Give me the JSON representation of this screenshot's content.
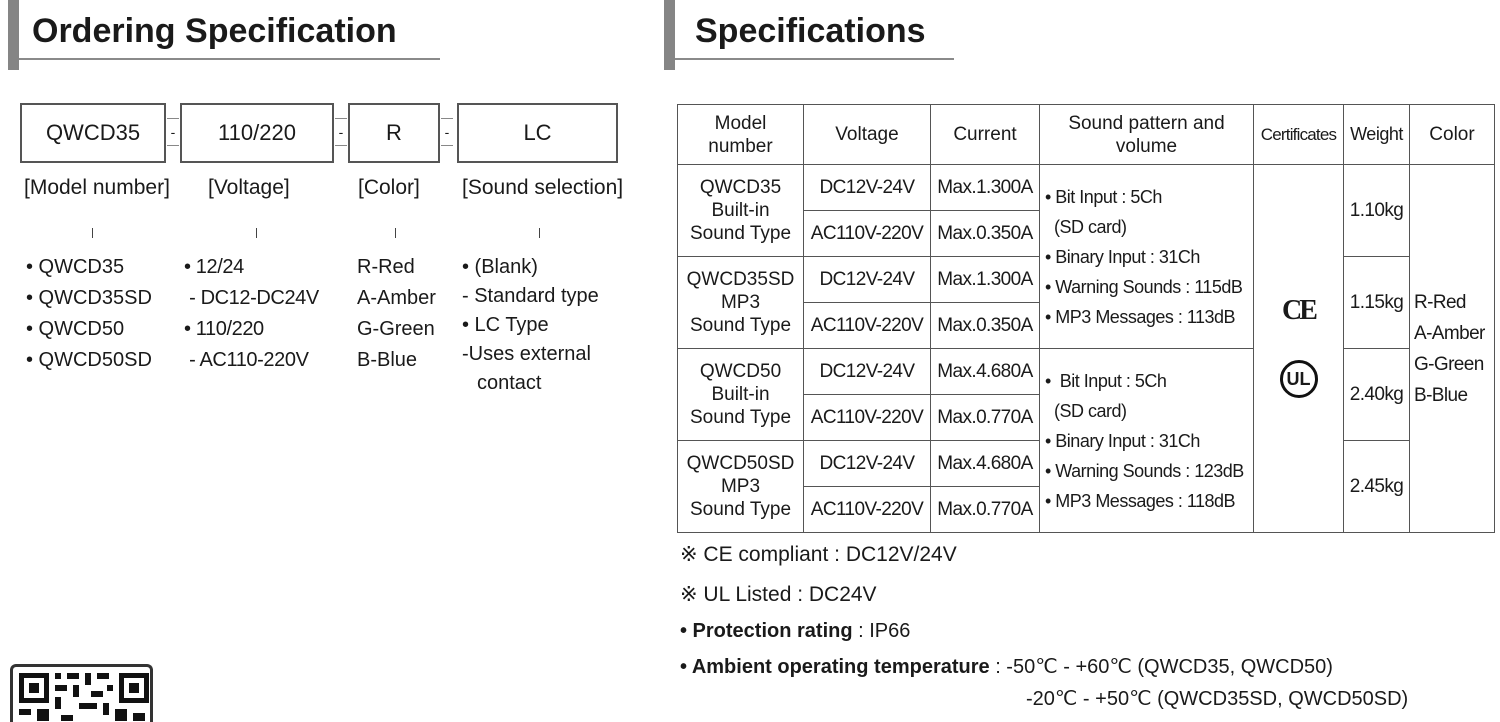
{
  "ordering": {
    "title": "Ordering Specification",
    "boxes": [
      "QWCD35",
      "110/220",
      "R",
      "LC"
    ],
    "separator": "-",
    "captions": [
      "[Model number]",
      "[Voltage]",
      "[Color]",
      "[Sound selection]"
    ],
    "model_options": [
      "• QWCD35",
      "• QWCD35SD",
      "• QWCD50",
      "• QWCD50SD"
    ],
    "voltage_options": [
      "• 12/24",
      " - DC12-DC24V",
      "• 110/220",
      " - AC110-220V"
    ],
    "color_options": [
      "R-Red",
      "A-Amber",
      "G-Green",
      "B-Blue"
    ],
    "sound_options": [
      "• (Blank)",
      "- Standard type",
      "• LC Type",
      "-Uses external",
      "contact"
    ]
  },
  "specifications": {
    "title": "Specifications",
    "headers": [
      "Model number",
      "Voltage",
      "Current",
      "Sound pattern and volume",
      "Certificates",
      "Weight",
      "Color"
    ],
    "groups": [
      {
        "model": [
          "QWCD35",
          "Built-in",
          "Sound Type"
        ],
        "rows": [
          {
            "voltage": "DC12V-24V",
            "current": "Max.1.300A"
          },
          {
            "voltage": "AC110V-220V",
            "current": "Max.0.350A"
          }
        ],
        "weight": "1.10kg"
      },
      {
        "model": [
          "QWCD35SD",
          "MP3",
          "Sound Type"
        ],
        "rows": [
          {
            "voltage": "DC12V-24V",
            "current": "Max.1.300A"
          },
          {
            "voltage": "AC110V-220V",
            "current": "Max.0.350A"
          }
        ],
        "weight": "1.15kg"
      },
      {
        "model": [
          "QWCD50",
          "Built-in",
          "Sound Type"
        ],
        "rows": [
          {
            "voltage": "DC12V-24V",
            "current": "Max.4.680A"
          },
          {
            "voltage": "AC110V-220V",
            "current": "Max.0.770A"
          }
        ],
        "weight": "2.40kg"
      },
      {
        "model": [
          "QWCD50SD",
          "MP3",
          "Sound Type"
        ],
        "rows": [
          {
            "voltage": "DC12V-24V",
            "current": "Max.4.680A"
          },
          {
            "voltage": "AC110V-220V",
            "current": "Max.0.770A"
          }
        ],
        "weight": "2.45kg"
      }
    ],
    "sound_blocks": [
      [
        "• Bit Input : 5Ch",
        "  (SD card)",
        "• Binary Input : 31Ch",
        "• Warning Sounds : 115dB",
        "• MP3 Messages : 113dB"
      ],
      [
        "•  Bit Input : 5Ch",
        "  (SD card)",
        "• Binary Input : 31Ch",
        "• Warning Sounds : 123dB",
        "• MP3 Messages : 118dB"
      ]
    ],
    "certificates": {
      "ce": "CE",
      "ul": "UL"
    },
    "colors": [
      "R-Red",
      "A-Amber",
      "G-Green",
      "B-Blue"
    ]
  },
  "notes": {
    "ce": "※ CE compliant : DC12V/24V",
    "ul": "※ UL Listed : DC24V",
    "protection_label": "• Protection rating",
    "protection_value": " : IP66",
    "temp_label": "• Ambient operating temperature",
    "temp_value_1": " : -50℃ - +60℃ (QWCD35, QWCD50)",
    "temp_value_2": "-20℃ - +50℃ (QWCD35SD, QWCD50SD)"
  }
}
